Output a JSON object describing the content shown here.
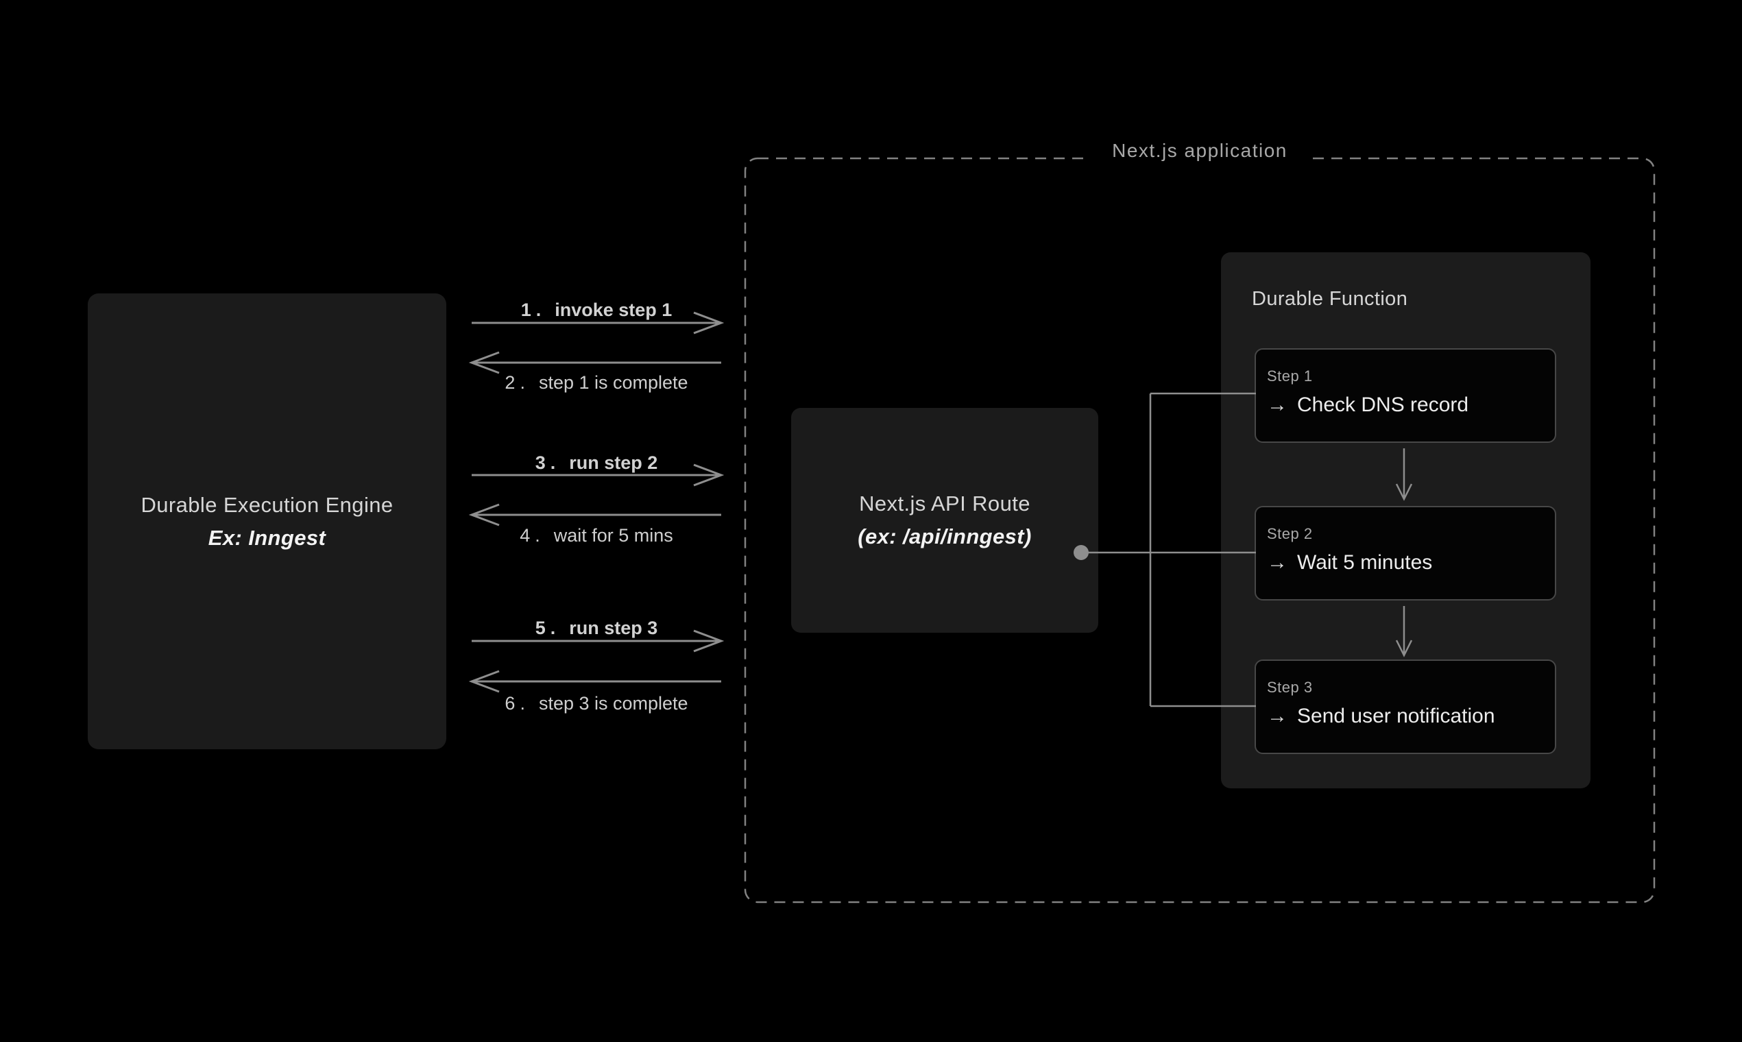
{
  "engine_box": {
    "title": "Durable Execution Engine",
    "subtitle": "Ex: Inngest"
  },
  "messages": [
    {
      "num": "1.",
      "text": "invoke step 1",
      "direction": "right"
    },
    {
      "num": "2.",
      "text": "step 1 is complete",
      "direction": "left"
    },
    {
      "num": "3.",
      "text": "run step 2",
      "direction": "right"
    },
    {
      "num": "4.",
      "text": "wait for 5 mins",
      "direction": "left"
    },
    {
      "num": "5.",
      "text": "run step 3",
      "direction": "right"
    },
    {
      "num": "6.",
      "text": "step 3 is complete",
      "direction": "left"
    }
  ],
  "nextjs_container": {
    "title": "Next.js application"
  },
  "api_route_box": {
    "title": "Next.js API Route",
    "subtitle": "(ex: /api/inngest)"
  },
  "durable_function": {
    "title": "Durable Function",
    "arrow_glyph": "→",
    "steps": [
      {
        "label": "Step 1",
        "action": "Check DNS record"
      },
      {
        "label": "Step 2",
        "action": "Wait 5 minutes"
      },
      {
        "label": "Step 3",
        "action": "Send user notification"
      }
    ]
  },
  "colors": {
    "background": "#000000",
    "box_fill": "#1b1b1b",
    "panel_fill": "#1c1c1c",
    "card_fill": "#040404",
    "card_border": "#474747",
    "line": "#8e8e8e",
    "dashed_border": "#828282",
    "title_text": "#d6d6d6",
    "bright_text": "#f3f3f3",
    "muted_text": "#a8a8a8"
  }
}
